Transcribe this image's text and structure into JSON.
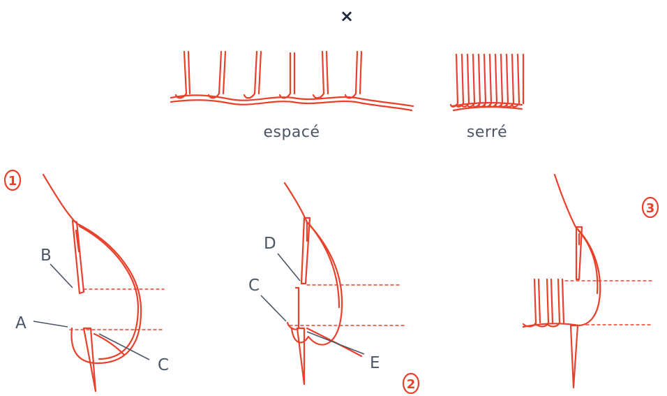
{
  "close_symbol": "×",
  "colors": {
    "thread": "#e8402a",
    "text": "#4b5566",
    "close": "#1e2a3c"
  },
  "captions": {
    "spaced": "espacé",
    "tight": "serré"
  },
  "steps": [
    {
      "number": "1",
      "labels": [
        "B",
        "A",
        "C"
      ]
    },
    {
      "number": "2",
      "labels": [
        "D",
        "C",
        "E"
      ]
    },
    {
      "number": "3",
      "labels": []
    }
  ]
}
